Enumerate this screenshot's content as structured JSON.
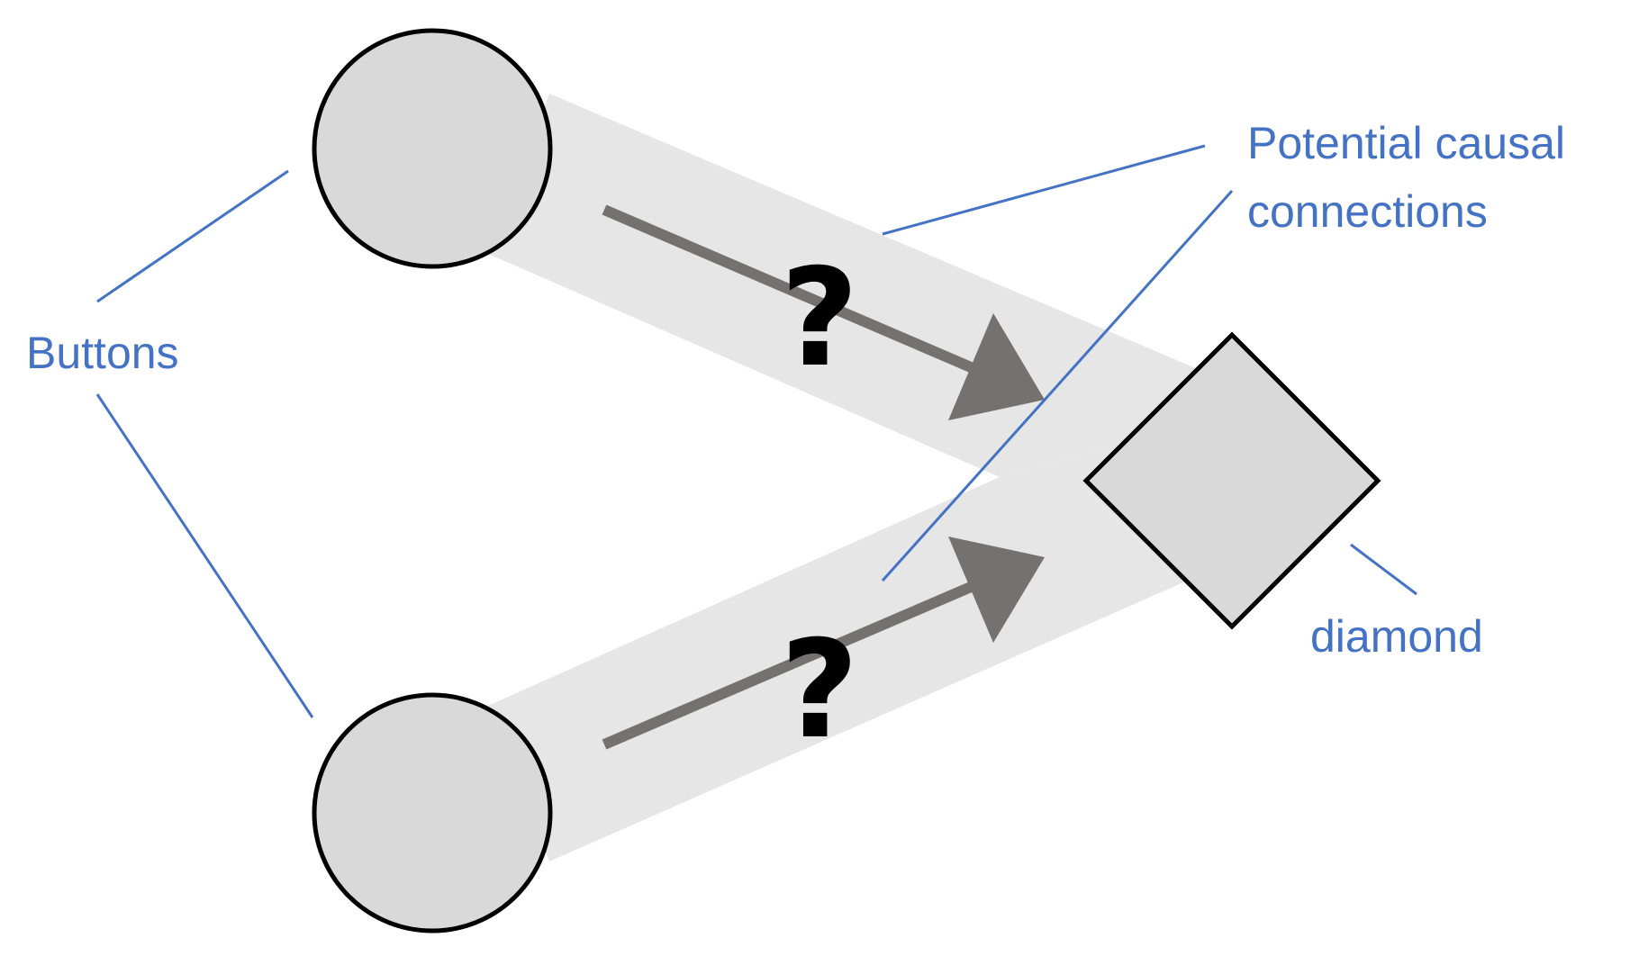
{
  "labels": {
    "buttons": "Buttons",
    "connections_line1": "Potential causal",
    "connections_line2": "connections",
    "diamond": "diamond"
  },
  "question_marks": [
    "?",
    "?"
  ],
  "nodes": {
    "buttons": [
      "button-top",
      "button-bottom"
    ],
    "target": "diamond"
  },
  "colors": {
    "label": "#4472c4",
    "leader_line": "#4472c4",
    "band": "#e6e6e6",
    "shape_fill": "#d9d9d9",
    "shape_stroke": "#000000",
    "arrow": "#767171"
  }
}
